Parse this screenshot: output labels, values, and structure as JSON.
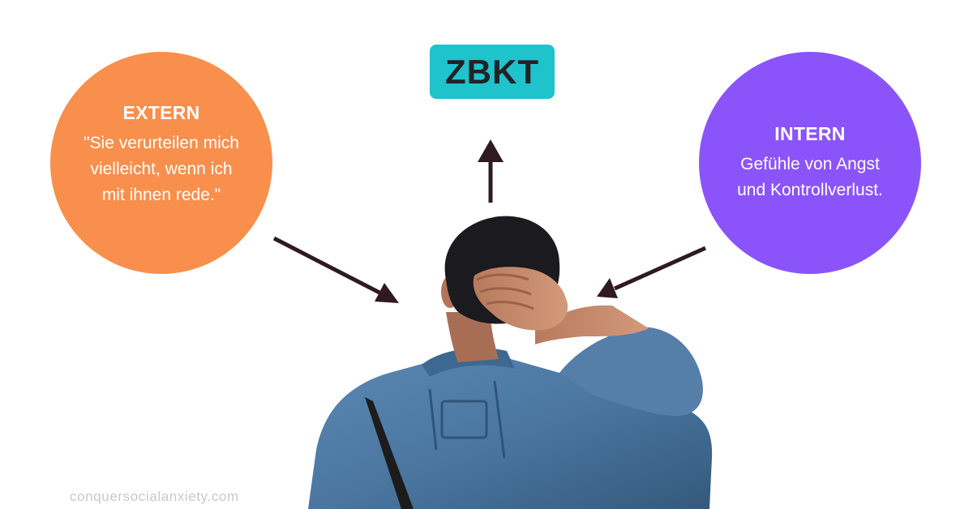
{
  "diagram": {
    "center_label": "ZBKT",
    "extern": {
      "title": "EXTERN",
      "text_lines": [
        "\"Sie verurteilen mich",
        "vielleicht, wenn ich",
        "mit ihnen rede.\""
      ]
    },
    "intern": {
      "title": "INTERN",
      "text_lines": [
        "Gefühle von Angst",
        "und Kontrollverlust."
      ]
    }
  },
  "watermark": "conquersocialanxiety.com",
  "colors": {
    "extern_circle": "#f98f4c",
    "intern_circle": "#8b54fb",
    "zbkt_box": "#1ec3cc",
    "arrow": "#2e1a1f",
    "text_dark": "#222226",
    "jacket": "#4a76a0"
  }
}
